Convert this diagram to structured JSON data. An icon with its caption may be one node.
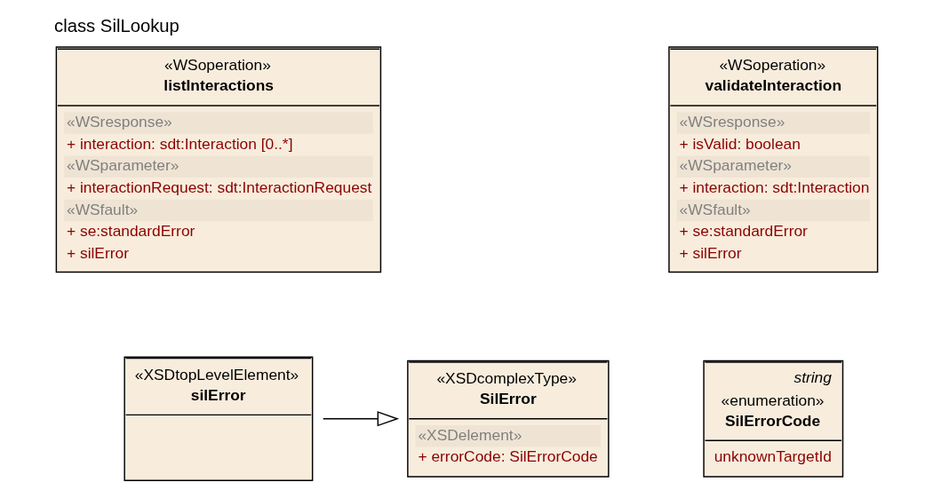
{
  "diagram": {
    "title": "class SilLookup",
    "nodes": [
      {
        "text": [
          "«WSoperation»",
          "listInteractions",
          "«WSresponse»",
          "+ interaction: sdt:Interaction [0..*]",
          "«WSparameter»",
          "+ interactionRequest: sdt:InteractionRequest",
          "«WSfault»",
          "+ se:standardError",
          "+ silError"
        ]
      },
      {
        "text": [
          "«WSoperation»",
          "validateInteraction",
          "«WSresponse»",
          "+ isValid: boolean",
          "«WSparameter»",
          "+ interaction: sdt:Interaction",
          "«WSfault»",
          "+ se:standardError",
          "+ silError"
        ]
      },
      {
        "text": [
          "«XSDtopLevelElement»",
          "silError"
        ]
      },
      {
        "text": [
          "«XSDcomplexType»",
          "SilError",
          "«XSDelement»",
          "+ errorCode: SilErrorCode"
        ]
      },
      {
        "text": [
          "string",
          "«enumeration»",
          "SilErrorCode",
          "unknownTargetId"
        ]
      }
    ],
    "edges": [
      {
        "from": 2,
        "to": 3,
        "arrow": "to"
      }
    ]
  }
}
